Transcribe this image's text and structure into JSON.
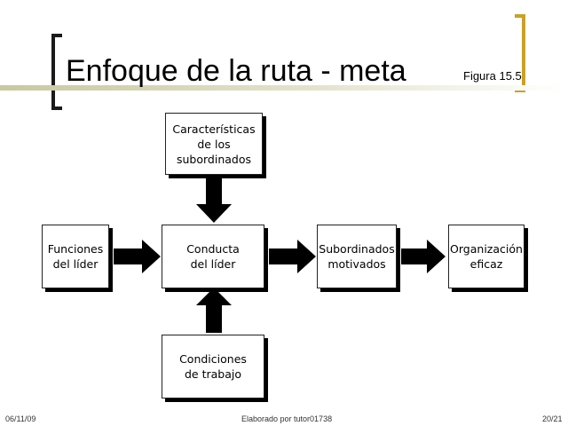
{
  "slide": {
    "title": "Enfoque de la ruta - meta",
    "figure_label": "Figura 15.5"
  },
  "diagram": {
    "nodes": {
      "caracteristicas": "Características\nde los\nsubordinados",
      "funciones": "Funciones\ndel líder",
      "conducta": "Conducta\ndel líder",
      "subordinados": "Subordinados\nmotivados",
      "organizacion": "Organización\neficaz",
      "condiciones": "Condiciones\nde trabajo"
    }
  },
  "footer": {
    "date": "06/11/09",
    "author": "Elaborado por tutor01738",
    "page": "20/21"
  },
  "colors": {
    "left_bracket": "#1a1a1a",
    "right_bracket": "#c9a227",
    "title_rule": "#c8c8a0",
    "arrow": "#000000"
  }
}
